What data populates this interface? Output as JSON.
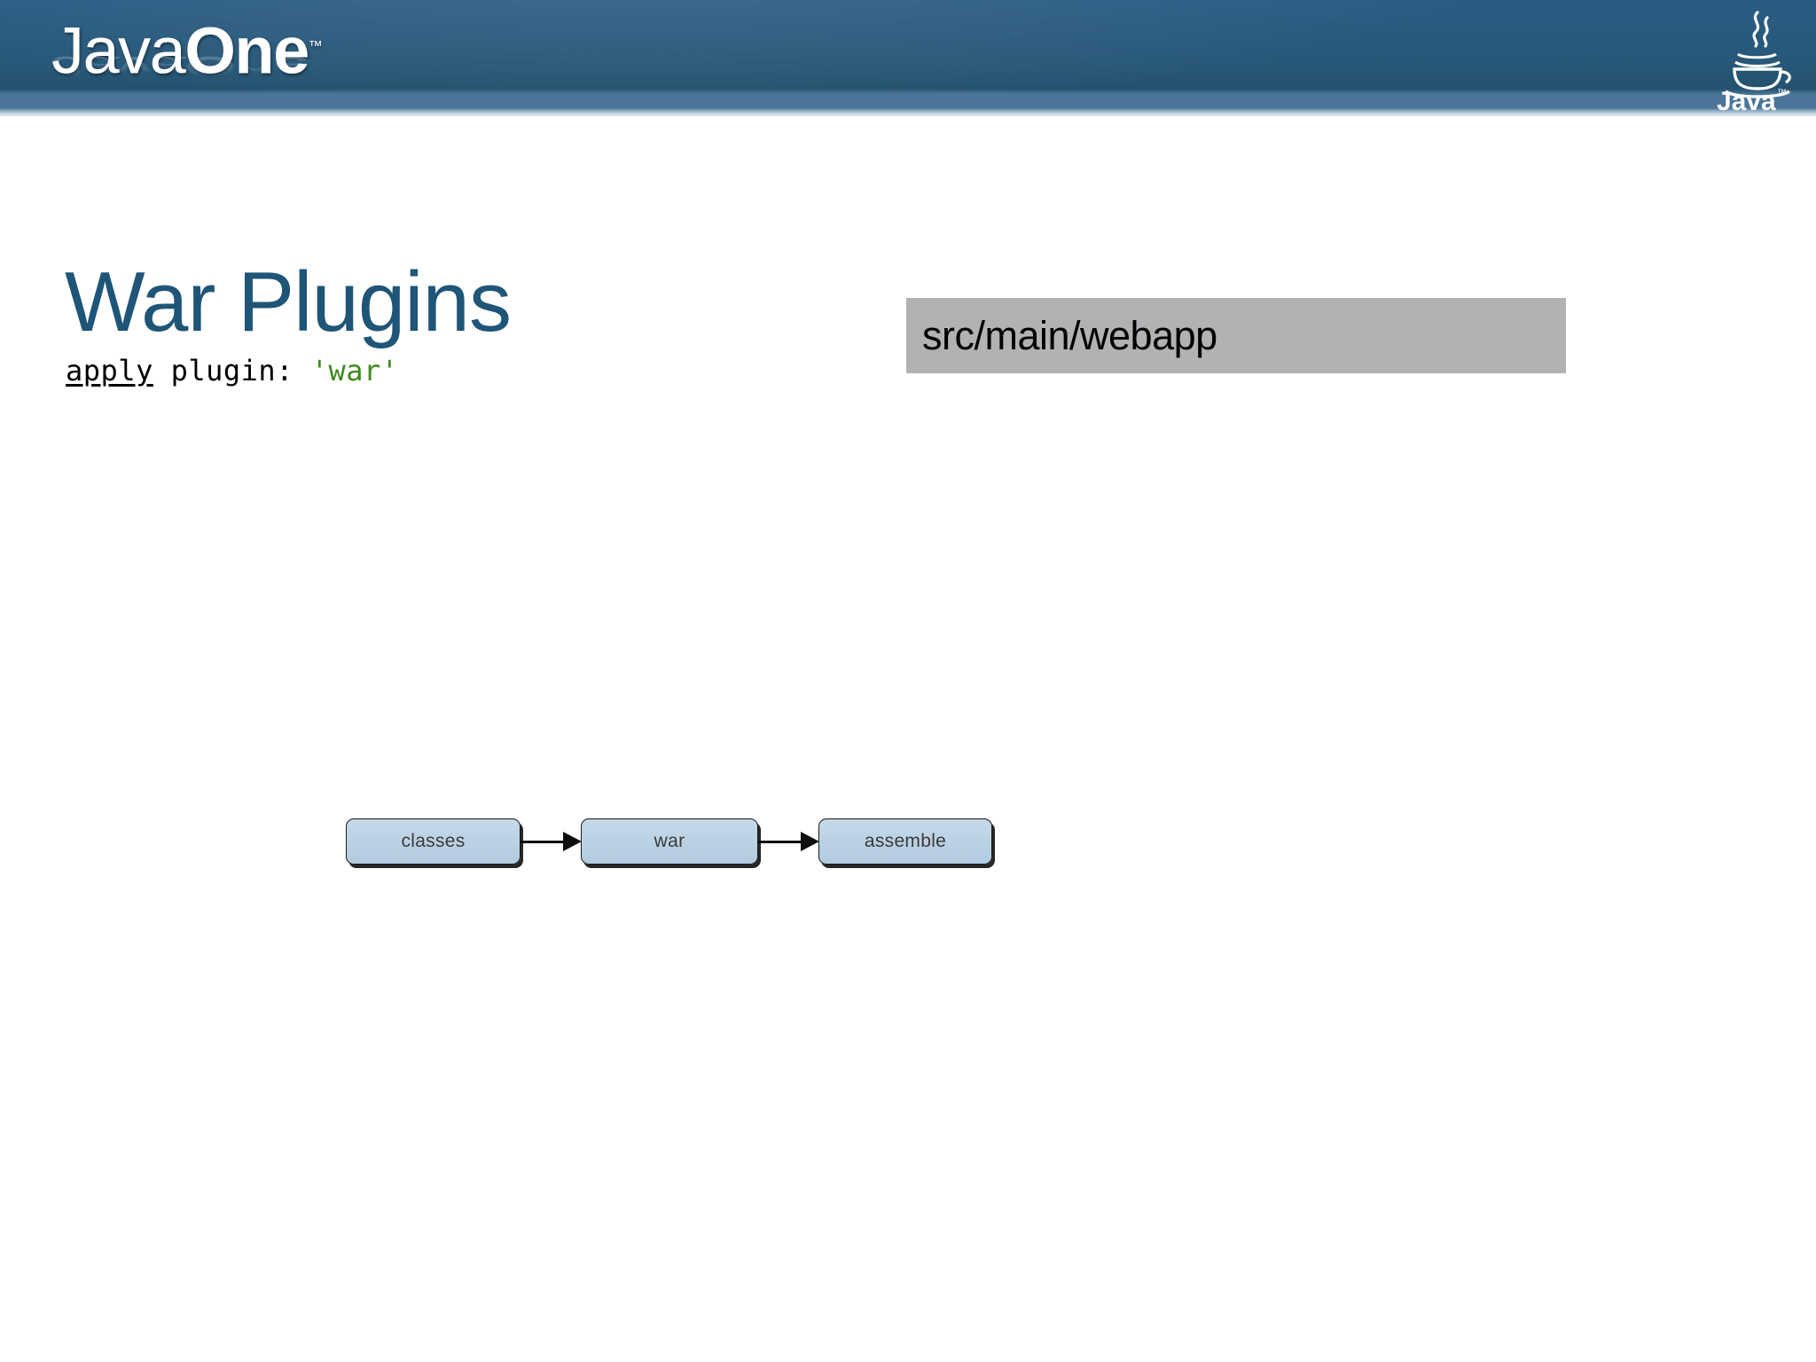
{
  "header": {
    "brand_logo": "JavaOne",
    "brand_logo_part1": "Java",
    "brand_logo_part2": "One",
    "brand_logo_tm": "™",
    "right_logo_label": "Java",
    "right_logo_tm": "™",
    "colors": {
      "band_dark": "#24516e",
      "band_light": "#4a7599"
    }
  },
  "slide": {
    "title": "War Plugins",
    "title_color": "#1f5577"
  },
  "code": {
    "keyword": "apply",
    "plain": " plugin: ",
    "string": "'war'",
    "string_color": "#3d8a1d"
  },
  "highlight": {
    "label": "src/main/webapp",
    "background": "#b2b2b5"
  },
  "flow": {
    "nodes": [
      {
        "label": "classes"
      },
      {
        "label": "war"
      },
      {
        "label": "assemble"
      }
    ],
    "arrows": [
      {
        "from": "classes",
        "to": "war"
      },
      {
        "from": "war",
        "to": "assemble"
      }
    ],
    "node_fill": "#bcd3e4",
    "node_border": "#1a1a1a"
  }
}
